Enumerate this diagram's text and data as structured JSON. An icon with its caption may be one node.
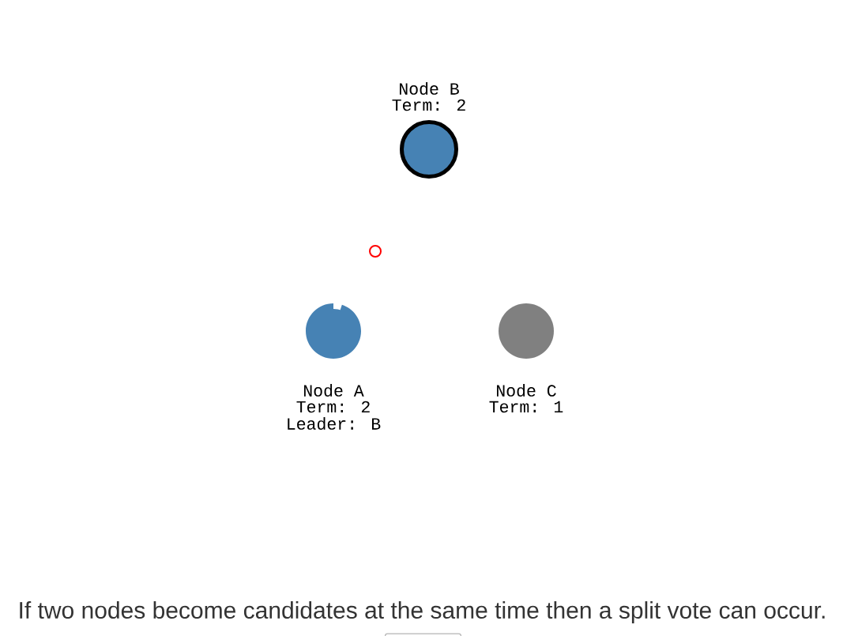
{
  "diagram": {
    "caption": "If two nodes become candidates at the same time then a split vote can occur.",
    "nodes": [
      {
        "text": [
          "Node B",
          "Term: 2"
        ]
      },
      {
        "text": [],
        "shape": "circle"
      },
      {
        "text": [
          "Node A",
          "Term: 2",
          "Leader: B"
        ]
      },
      {
        "text": [
          "Node C",
          "Term: 1"
        ]
      }
    ]
  }
}
